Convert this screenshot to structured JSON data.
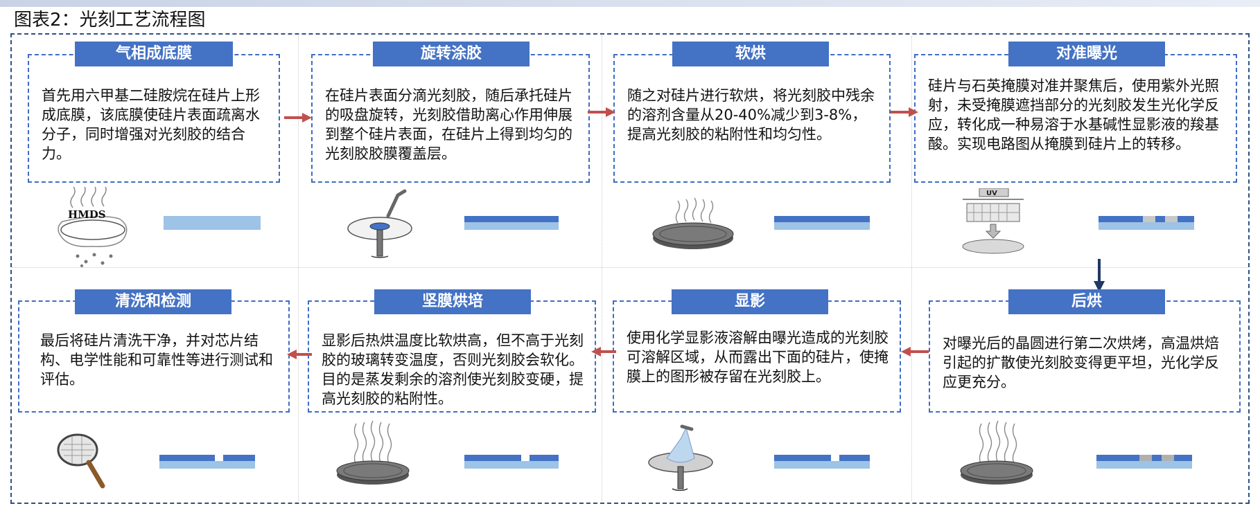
{
  "title": "图表2：光刻工艺流程图",
  "steps": [
    {
      "label": "气相成底膜",
      "text": "首先用六甲基二硅胺烷在硅片上形成底膜，该底膜使硅片表面疏离水分子，同时增强对光刻胶的结合力。",
      "illus_text": "HMDS"
    },
    {
      "label": "旋转涂胶",
      "text": "在硅片表面分滴光刻胶，随后承托硅片的吸盘旋转，光刻胶借助离心作用伸展到整个硅片表面，在硅片上得到均匀的光刻胶胶膜覆盖层。"
    },
    {
      "label": "软烘",
      "text": "随之对硅片进行软烘，将光刻胶中残余的溶剂含量从20-40%减少到3-8%，提高光刻胶的粘附性和均匀性。"
    },
    {
      "label": "对准曝光",
      "text": "硅片与石英掩膜对准并聚焦后，使用紫外光照射，未受掩膜遮挡部分的光刻胶发生光化学反应，转化成一种易溶于水基碱性显影液的羧基酸。实现电路图从掩膜到硅片上的转移。",
      "illus_text": "UV"
    },
    {
      "label": "后烘",
      "text": "对曝光后的晶圆进行第二次烘烤，高温烘焙引起的扩散使光刻胶变得更平坦，光化学反应更充分。"
    },
    {
      "label": "显影",
      "text": "使用化学显影液溶解由曝光造成的光刻胶可溶解区域，从而露出下面的硅片，使掩膜上的图形被存留在光刻胶上。"
    },
    {
      "label": "坚膜烘培",
      "text": "显影后热烘温度比软烘高，但不高于光刻胶的玻璃转变温度，否则光刻胶会软化。目的是蒸发剩余的溶剂使光刻胶变硬，提高光刻胶的粘附性。"
    },
    {
      "label": "清洗和检测",
      "text": "最后将硅片清洗干净，并对芯片结构、电学性能和可靠性等进行测试和评估。"
    }
  ],
  "colors": {
    "accent": "#4472c4",
    "arrow_red": "#c0504d",
    "arrow_navy": "#1f3864",
    "light_blue": "#9dc3e6",
    "resist": "#4472c4",
    "exposed": "#c8c8c8"
  }
}
